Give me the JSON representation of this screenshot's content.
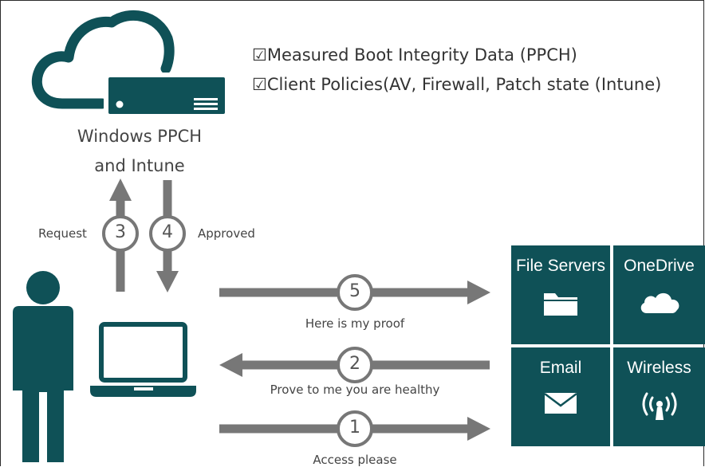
{
  "colors": {
    "teal": "#0f5157",
    "arrow_gray": "#777777",
    "text": "#444444"
  },
  "checklist": [
    "☑Measured Boot Integrity Data (PPCH)",
    "☑Client Policies(AV, Firewall, Patch state (Intune)"
  ],
  "server": {
    "label_line1": "Windows PPCH",
    "label_line2": "and Intune",
    "icon": "cloud-server-icon"
  },
  "vertical_flow": {
    "request_label": "Request",
    "request_step": "3",
    "approved_label": "Approved",
    "approved_step": "4"
  },
  "flows": [
    {
      "step": "5",
      "label": "Here is my proof",
      "direction": "right"
    },
    {
      "step": "2",
      "label": "Prove to me you are healthy",
      "direction": "left"
    },
    {
      "step": "1",
      "label": "Access please",
      "direction": "right"
    }
  ],
  "resources": [
    {
      "label": "File Servers",
      "icon": "folder-icon"
    },
    {
      "label": "OneDrive",
      "icon": "cloud-icon"
    },
    {
      "label": "Email",
      "icon": "envelope-icon"
    },
    {
      "label": "Wireless",
      "icon": "wireless-icon"
    }
  ],
  "client": {
    "user_icon": "person-icon",
    "device_icon": "laptop-icon"
  }
}
